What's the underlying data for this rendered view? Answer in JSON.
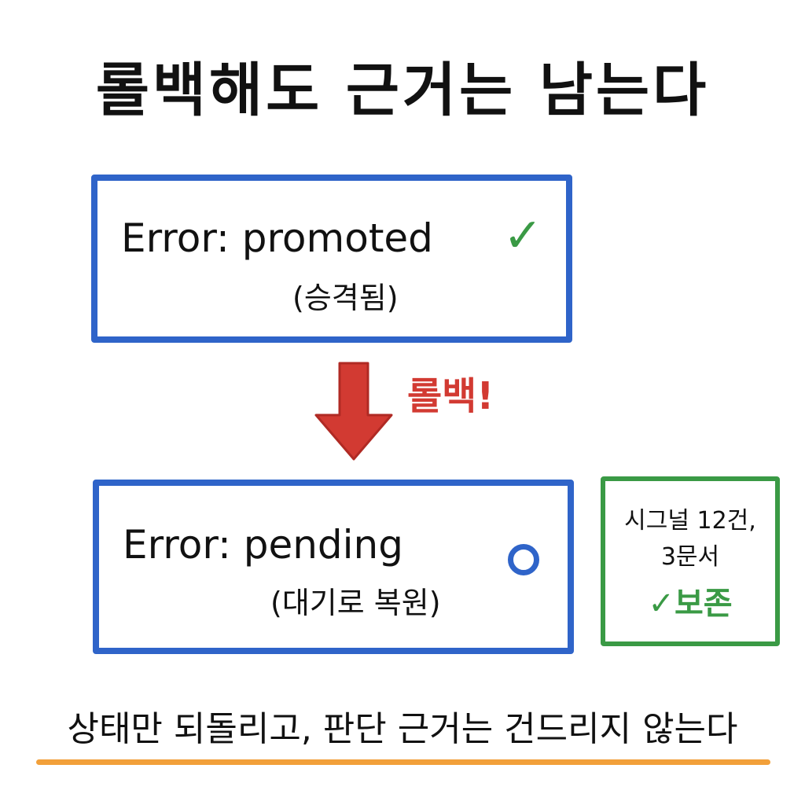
{
  "title": "롤백해도 근거는 남는다",
  "before_state": {
    "line": "Error: promoted",
    "sub": "(승격됨)",
    "icon": "check-icon"
  },
  "transition": {
    "label": "롤백!",
    "icon": "down-arrow-icon",
    "color": "#d23a32"
  },
  "after_state": {
    "line": "Error: pending",
    "sub": "(대기로 복원)",
    "icon": "circle-icon"
  },
  "evidence": {
    "line1": "시그널 12건,",
    "line2": "3문서",
    "keep_label": "✓보존"
  },
  "footer": "상태만 되돌리고, 판단 근거는 건드리지 않는다",
  "colors": {
    "box_border": "#2f64c9",
    "check_green": "#3a9a45",
    "arrow_red": "#d23a32",
    "underline_orange": "#f2a03a"
  }
}
